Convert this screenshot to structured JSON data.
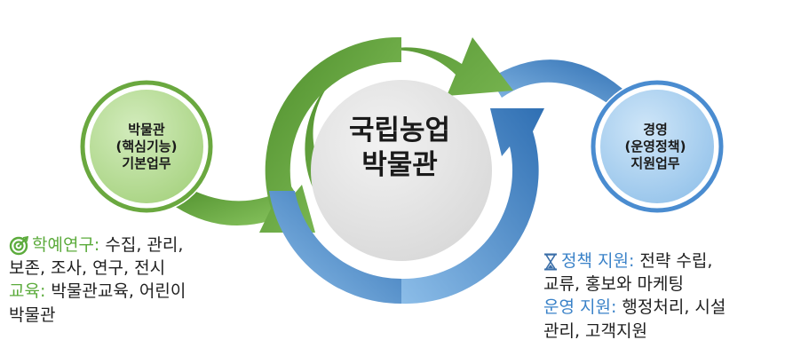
{
  "center_node": {
    "line1": "국립농업",
    "line2": "박물관"
  },
  "left_node": {
    "line1": "박물관",
    "line2": "(핵심기능)",
    "line3": "기본업무"
  },
  "right_node": {
    "line1": "경영",
    "line2": "(운영정책)",
    "line3": "지원업무"
  },
  "left_text": {
    "icon": "target-icon",
    "research_label": "학예연구:",
    "research_items_1": "수집, 관리,",
    "research_items_2": "보존, 조사, 연구, 전시",
    "education_label": "교육:",
    "education_items_1": "박물관교육, 어린이",
    "education_items_2": "박물관"
  },
  "right_text": {
    "icon": "hourglass-icon",
    "policy_label": "정책 지원:",
    "policy_items_1": "전략 수립,",
    "policy_items_2": "교류, 홍보와 마케팅",
    "operation_label": "운영 지원:",
    "operation_items_1": "행정처리, 시설",
    "operation_items_2": "관리, 고객지원"
  },
  "colors": {
    "green_dark": "#5a9a32",
    "green_light": "#8cc862",
    "blue_dark": "#3a7dc0",
    "blue_light": "#8cbde8",
    "center_fill": "#e4e4e4",
    "left_fill": "#b9dd98",
    "right_fill": "#a9d0ee"
  }
}
